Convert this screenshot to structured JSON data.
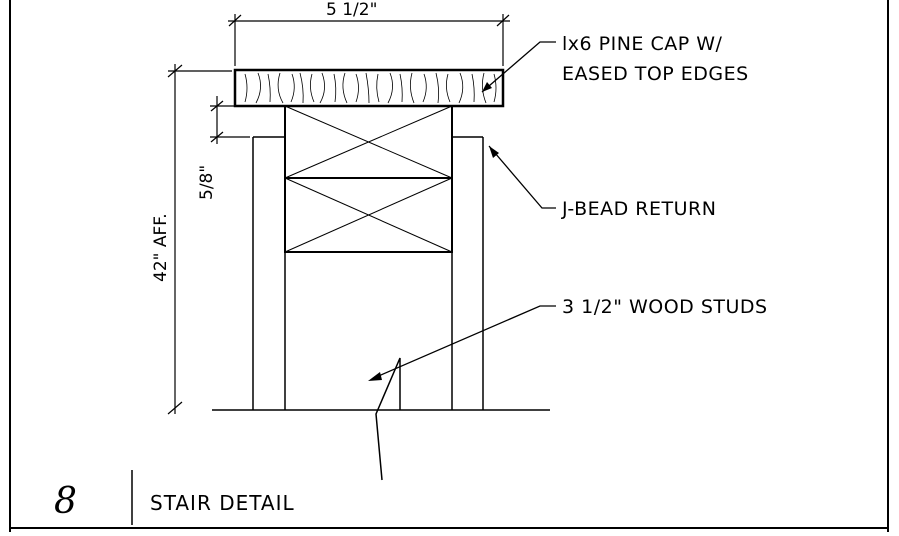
{
  "drawing": {
    "dimensions": {
      "cap_width": "5 1/2\"",
      "height_aff": "42\" AFF.",
      "reveal": "5/8\""
    },
    "callouts": {
      "cap_line1": "lx6 PINE CAP W/",
      "cap_line2": "EASED TOP EDGES",
      "jbead": "J-BEAD RETURN",
      "studs": "3 1/2\" WOOD STUDS"
    },
    "title_block": {
      "detail_number": "8",
      "detail_title": "STAIR DETAIL"
    }
  }
}
